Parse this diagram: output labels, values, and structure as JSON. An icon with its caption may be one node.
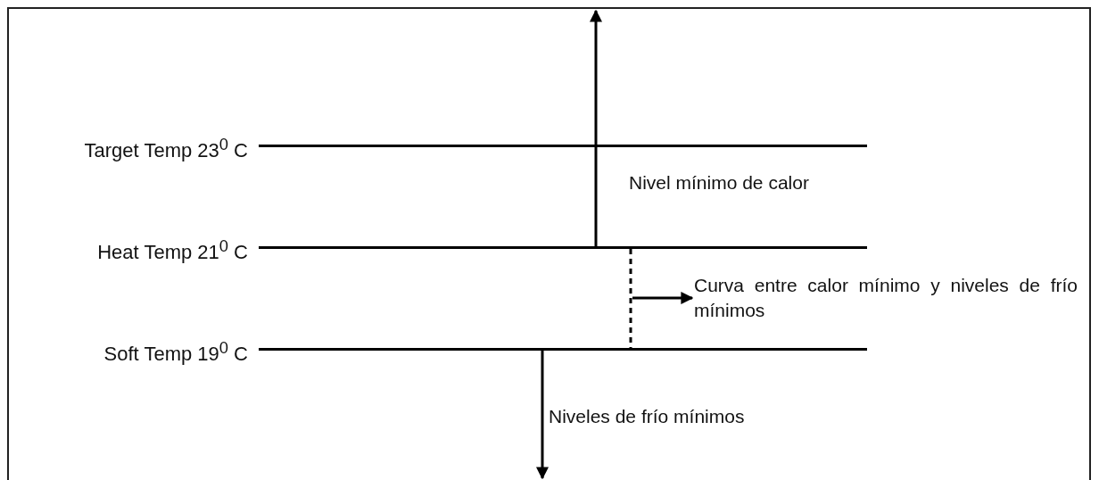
{
  "diagram": {
    "nodes": [
      {
        "text": [
          "Target Temp 23$^{0}$ C"
        ]
      },
      {
        "text": [
          "Heat Temp 21$^{0}$ C"
        ]
      },
      {
        "text": [
          "Soft Temp 19$^{0}$ C"
        ]
      },
      {
        "text": [
          "Curva entre calor mínimo y niveles de frío mínimos"
        ]
      }
    ],
    "edges": [
      {
        "from": 1,
        "to": null,
        "arrow": "to"
      },
      {
        "from": 2,
        "to": null,
        "arrow": "to"
      },
      {
        "from": 1,
        "to": 2,
        "arrow": "none",
        "style": "dashed"
      },
      {
        "from": null,
        "to": 3,
        "arrow": "to"
      }
    ],
    "labels": [
      "Nivel mínimo de calor",
      "Niveles de frío mínimos"
    ]
  }
}
